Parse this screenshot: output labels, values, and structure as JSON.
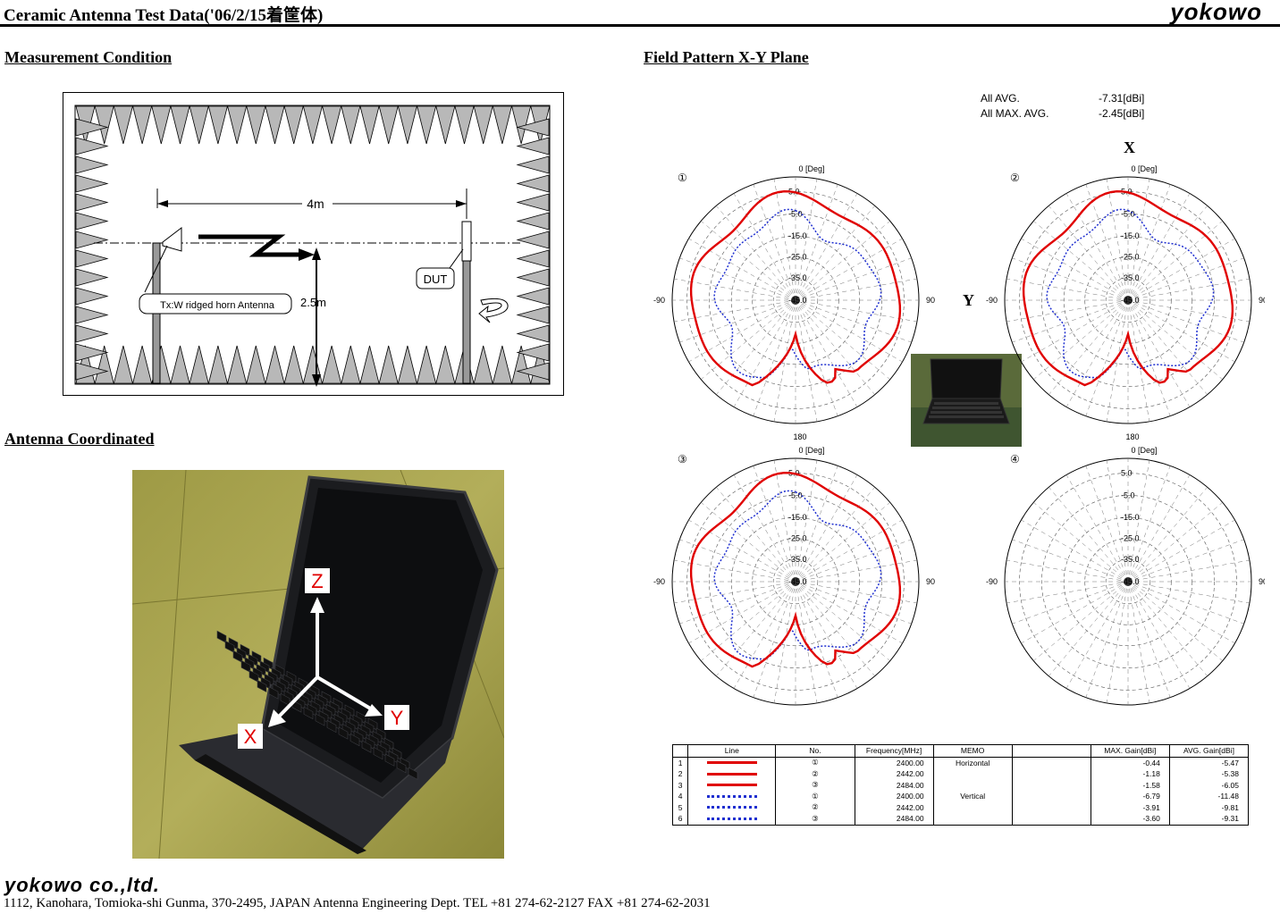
{
  "header": {
    "title": "Ceramic Antenna Test Data('06/2/15着筐体)",
    "logo": "yokowo"
  },
  "sections": {
    "measurement": "Measurement Condition",
    "coordinated": "Antenna Coordinated",
    "field": "Field Pattern  X-Y Plane"
  },
  "chamber": {
    "distance": "4m",
    "height": "2.5m",
    "dut": "DUT",
    "tx": "Tx:W ridged horn Antenna"
  },
  "photo": {
    "axes": {
      "z": "Z",
      "x": "X",
      "y": "Y"
    }
  },
  "summary": {
    "all_avg_label": "All AVG.",
    "all_avg_value": "-7.31[dBi]",
    "all_max_label": "All MAX. AVG.",
    "all_max_value": "-2.45[dBi]"
  },
  "pattern_axes": {
    "x": "X",
    "y": "Y"
  },
  "polar": {
    "top_label": "0 [Deg]",
    "left_label": "-90",
    "right_label": "90",
    "bottom_label": "180",
    "rings": [
      "5.0",
      "-5.0",
      "-15.0",
      "-25.0",
      "-35.0",
      "-45.0"
    ],
    "plots": [
      {
        "id": "①",
        "has_data": true
      },
      {
        "id": "②",
        "has_data": true
      },
      {
        "id": "③",
        "has_data": true
      },
      {
        "id": "④",
        "has_data": false
      }
    ]
  },
  "legend": {
    "headers": [
      "Line",
      "No.",
      "Frequency[MHz]",
      "MEMO",
      "",
      "MAX. Gain[dBi]",
      "AVG. Gain[dBi]"
    ],
    "rows": [
      {
        "idx": "1",
        "style": "solid",
        "no": "①",
        "freq": "2400.00",
        "memo": "Horizontal",
        "max": "-0.44",
        "avg": "-5.47"
      },
      {
        "idx": "2",
        "style": "solid",
        "no": "②",
        "freq": "2442.00",
        "memo": "",
        "max": "-1.18",
        "avg": "-5.38"
      },
      {
        "idx": "3",
        "style": "solid",
        "no": "③",
        "freq": "2484.00",
        "memo": "",
        "max": "-1.58",
        "avg": "-6.05"
      },
      {
        "idx": "4",
        "style": "dotted",
        "no": "①",
        "freq": "2400.00",
        "memo": "Vertical",
        "max": "-6.79",
        "avg": "-11.48"
      },
      {
        "idx": "5",
        "style": "dotted",
        "no": "②",
        "freq": "2442.00",
        "memo": "",
        "max": "-3.91",
        "avg": "-9.81"
      },
      {
        "idx": "6",
        "style": "dotted",
        "no": "③",
        "freq": "2484.00",
        "memo": "",
        "max": "-3.60",
        "avg": "-9.31"
      }
    ]
  },
  "colors": {
    "horizontal": "#e00000",
    "vertical": "#1f2fd0"
  },
  "footer": {
    "company": "yokowo co.,ltd.",
    "address": "1112, Kanohara, Tomioka-shi Gunma, 370-2495, JAPAN  Antenna Engineering Dept. TEL +81 274-62-2127 FAX +81 274-62-2031"
  }
}
